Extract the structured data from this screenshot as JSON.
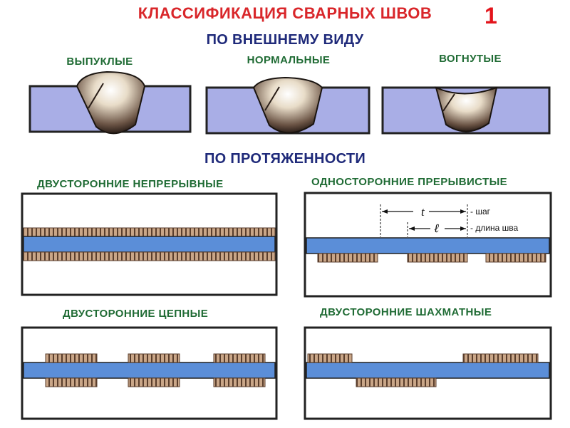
{
  "title": "КЛАССИФИКАЦИЯ СВАРНЫХ ШВОВ",
  "page_number": "1",
  "by_appearance": {
    "heading": "ПО ВНЕШНЕМУ ВИДУ",
    "types": [
      "ВЫПУКЛЫЕ",
      "НОРМАЛЬНЫЕ",
      "ВОГНУТЫЕ"
    ]
  },
  "by_length": {
    "heading": "ПО ПРОТЯЖЕННОСТИ",
    "types": [
      "ДВУСТОРОННИЕ НЕПРЕРЫВНЫЕ",
      "ОДНОСТОРОННИЕ ПРЕРЫВИСТЫЕ",
      "ДВУСТОРОННИЕ ЦЕПНЫЕ",
      "ДВУСТОРОННИЕ ШАХМАТНЫЕ"
    ]
  },
  "annotations": {
    "t_symbol": "t",
    "l_symbol": "ℓ",
    "step": "- шаг",
    "seam_length": "- длина шва"
  },
  "colors": {
    "title": "#d9262a",
    "heading": "#1f2a7a",
    "label": "#1f6b34",
    "plate": "#a9aee6",
    "strip": "#5b8ed8",
    "weld": "#8a6a52",
    "frame": "#2a2a2a"
  }
}
